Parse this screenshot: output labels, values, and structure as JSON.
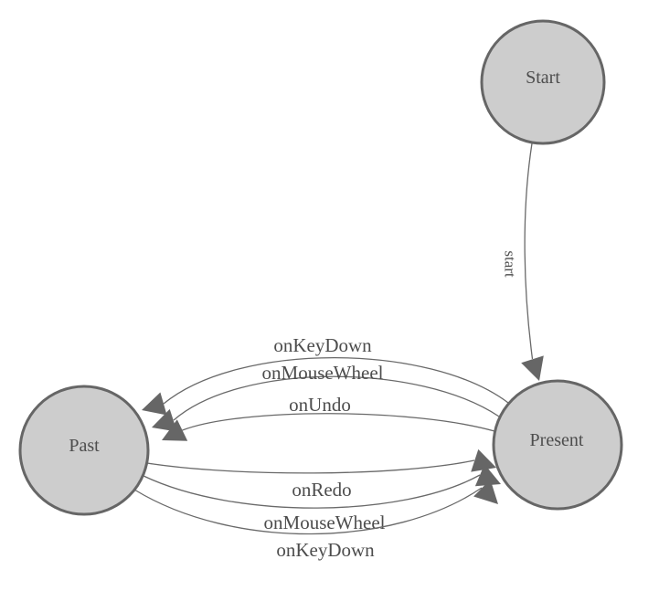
{
  "diagram": {
    "type": "state-machine",
    "background_color": "#ffffff",
    "node_fill_color": "#cdcdcd",
    "node_border_color": "#666666",
    "edge_color": "#696969",
    "label_color": "#4d4d4d",
    "nodes": [
      {
        "id": "start",
        "label": "Start"
      },
      {
        "id": "past",
        "label": "Past"
      },
      {
        "id": "present",
        "label": "Present"
      }
    ],
    "edges": [
      {
        "from": "start",
        "to": "present",
        "label": "start"
      },
      {
        "from": "present",
        "to": "past",
        "label": "onKeyDown"
      },
      {
        "from": "present",
        "to": "past",
        "label": "onMouseWheel"
      },
      {
        "from": "present",
        "to": "past",
        "label": "onUndo"
      },
      {
        "from": "past",
        "to": "present",
        "label": "onRedo"
      },
      {
        "from": "past",
        "to": "present",
        "label": "onMouseWheel"
      },
      {
        "from": "past",
        "to": "present",
        "label": "onKeyDown"
      }
    ]
  }
}
